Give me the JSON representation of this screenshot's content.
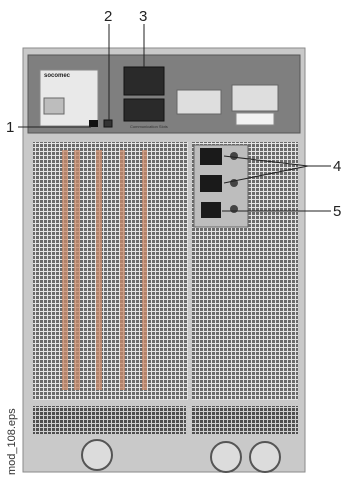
{
  "brand": "socomec",
  "comm_slots_label": "Communication Slots",
  "file_label": "mod_108.eps",
  "callouts": {
    "c1": "1",
    "c2": "2",
    "c3": "3",
    "c4": "4",
    "c5": "5"
  },
  "colors": {
    "cabinet": "#c9c9c9",
    "top_panel": "#7f7f7f",
    "grille": "#5a5a5a",
    "bars": "#c98a6a"
  }
}
